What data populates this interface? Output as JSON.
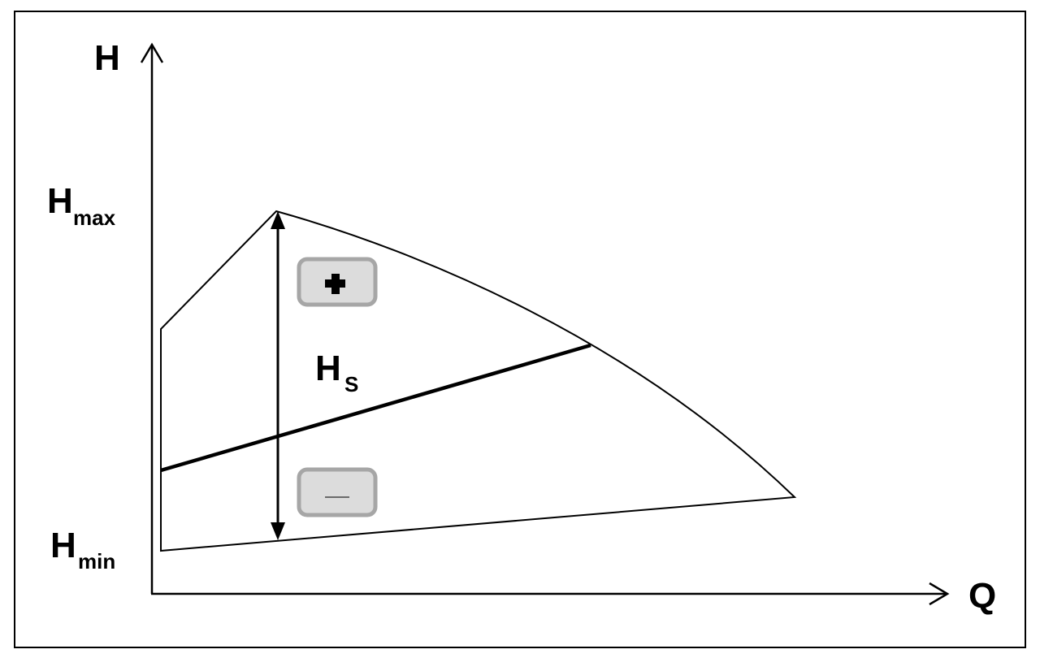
{
  "labels": {
    "y_axis": "H",
    "x_axis": "Q",
    "h_max": "H",
    "h_max_sub": "max",
    "h_min": "H",
    "h_min_sub": "min",
    "h_s": "H",
    "h_s_sub": "S"
  },
  "buttons": {
    "increase_icon": "plus-icon",
    "decrease_icon": "minus-icon"
  },
  "colors": {
    "line": "#000000",
    "button_fill": "#dcdcdc",
    "button_border": "#a6a6a6"
  }
}
